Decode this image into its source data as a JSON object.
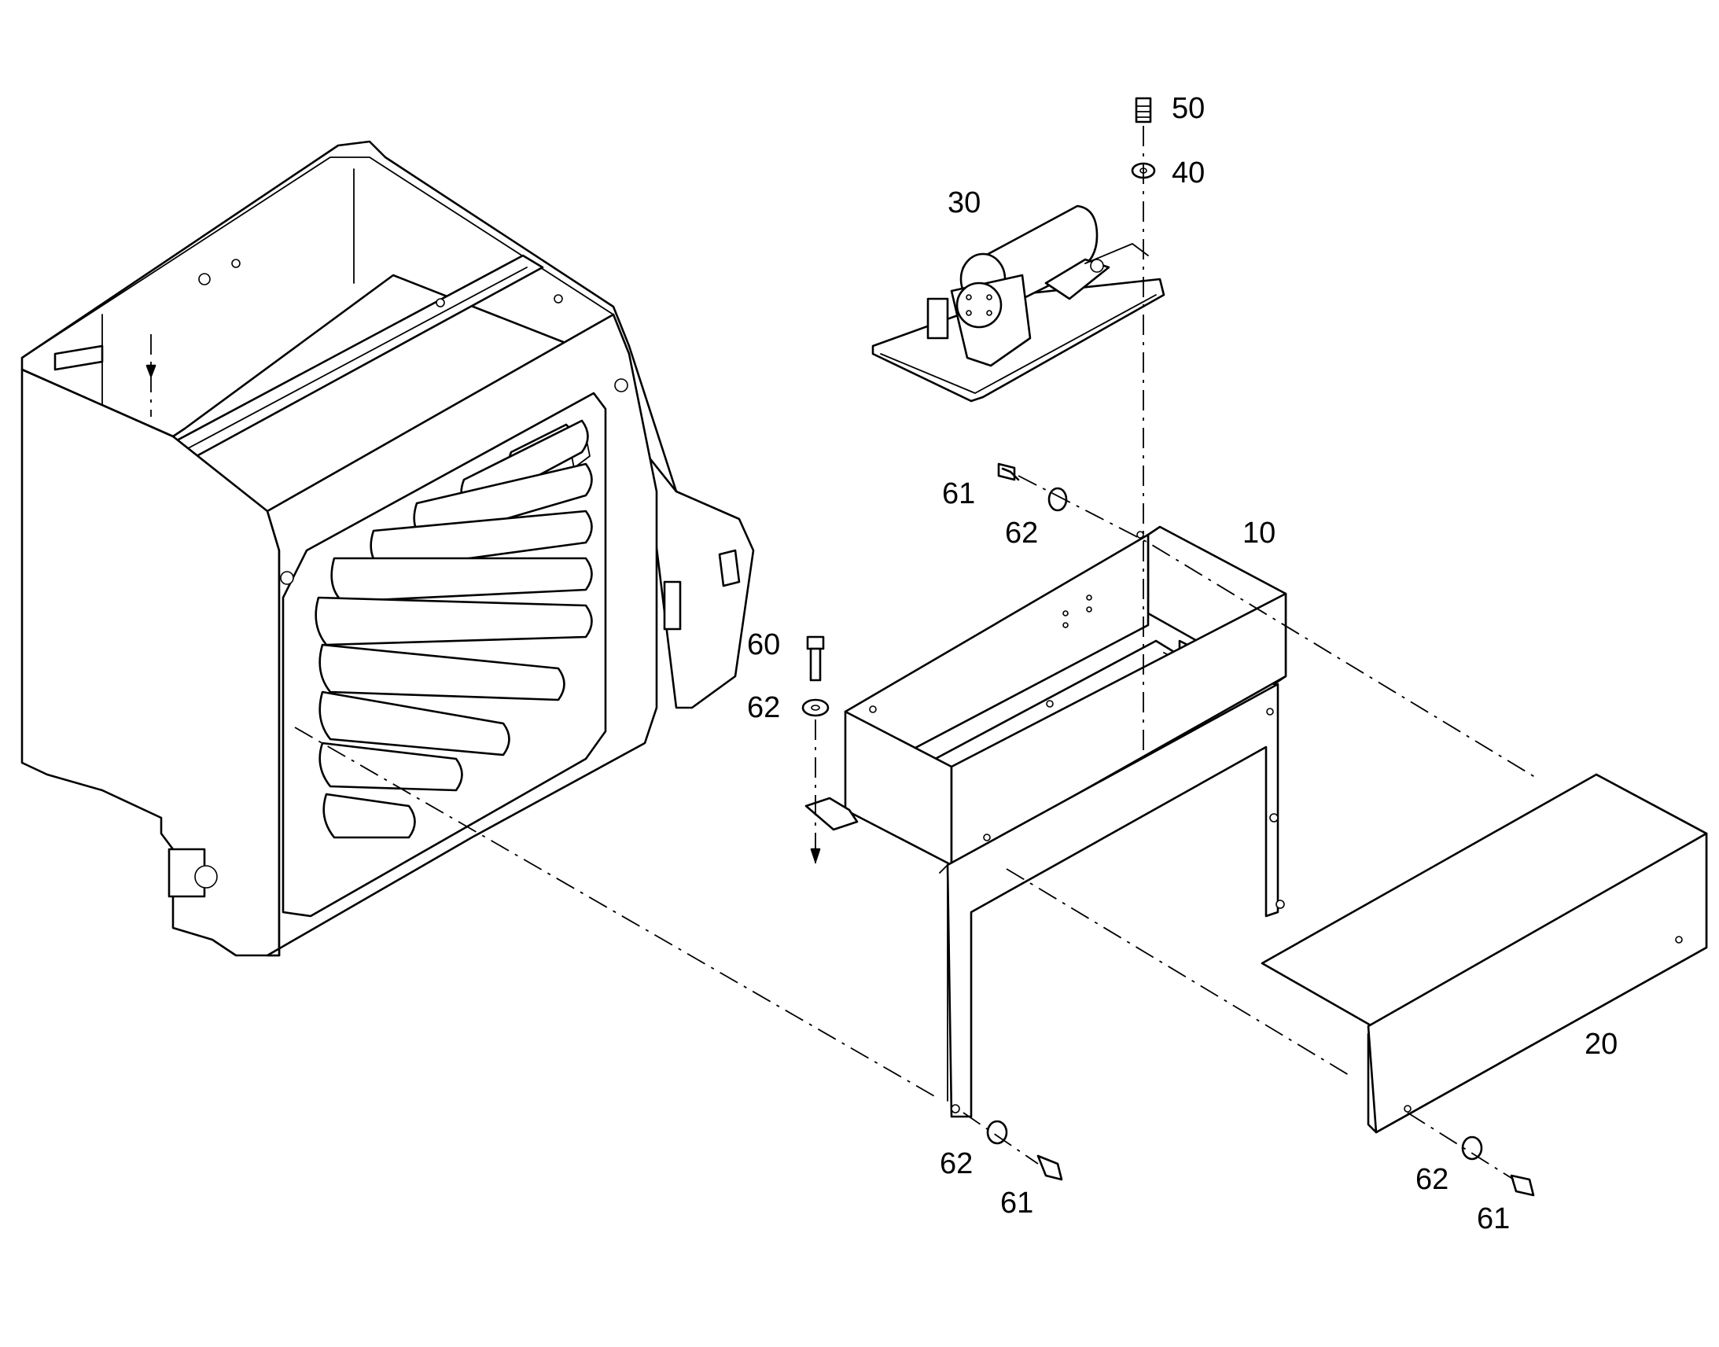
{
  "diagram": {
    "callouts": {
      "housing_bracket": "10",
      "cover": "20",
      "pump_assembly": "30",
      "washer_top": "40",
      "screw_top": "50",
      "bolt_60": "60",
      "washer_62_upper": "62",
      "bolt_61_upper": "61",
      "washer_62_left": "62",
      "washer_62_bottom": "62",
      "bolt_61_bottom": "61",
      "washer_62_right": "62",
      "bolt_61_right": "61"
    }
  }
}
